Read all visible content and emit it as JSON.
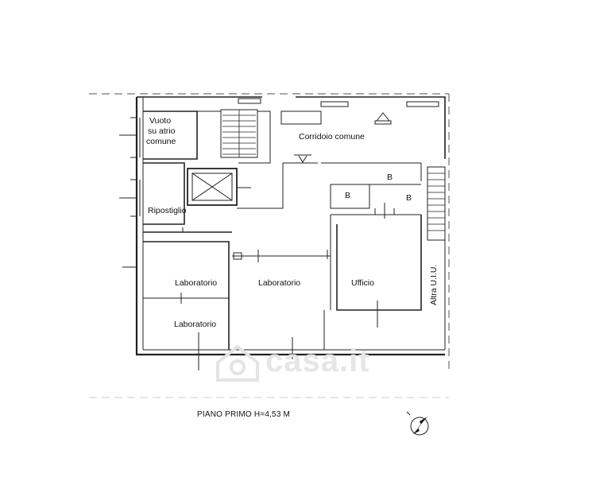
{
  "rooms": {
    "vuoto_line1": "Vuoto",
    "vuoto_line2": "su atrio",
    "vuoto_line3": "comune",
    "corridoio": "Corridoio comune",
    "ripostiglio": "Ripostiglio",
    "laboratorio_1": "Laboratorio",
    "laboratorio_2": "Laboratorio",
    "laboratorio_3": "Laboratorio",
    "ufficio": "Ufficio",
    "bagno_1": "B",
    "bagno_2": "B",
    "bagno_3": "B",
    "altra_uiu": "Altra U.I.U."
  },
  "caption": "PIANO PRIMO H=4,53 M",
  "watermark": "casa.it",
  "icons": {
    "north_arrow": "north-arrow-icon",
    "watermark_logo": "casa-house-icon"
  }
}
